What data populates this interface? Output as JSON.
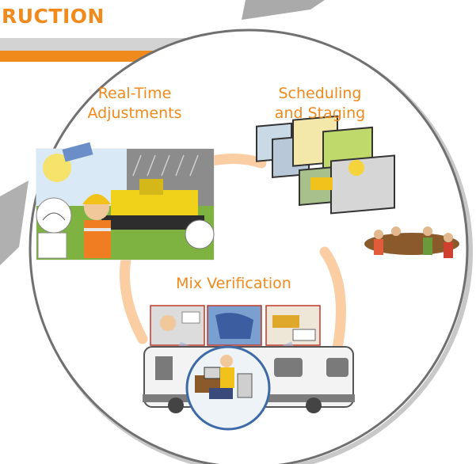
{
  "header": {
    "title": "RUCTION",
    "accent_color": "#f08a1c",
    "bar_color": "#d3d3d3"
  },
  "cycle": {
    "stages": [
      {
        "line1": "Real-Time",
        "line2": "Adjustments",
        "icon": "weather-paver-worker-illustration"
      },
      {
        "line1": "Scheduling",
        "line2": "and Staging",
        "icon": "monitors-meeting-illustration"
      },
      {
        "line1": "Mix Verification",
        "line2": "",
        "icon": "mobile-lab-trailer-illustration"
      }
    ],
    "arrow_color": "#f8b26b",
    "circle_color": "#707070"
  }
}
